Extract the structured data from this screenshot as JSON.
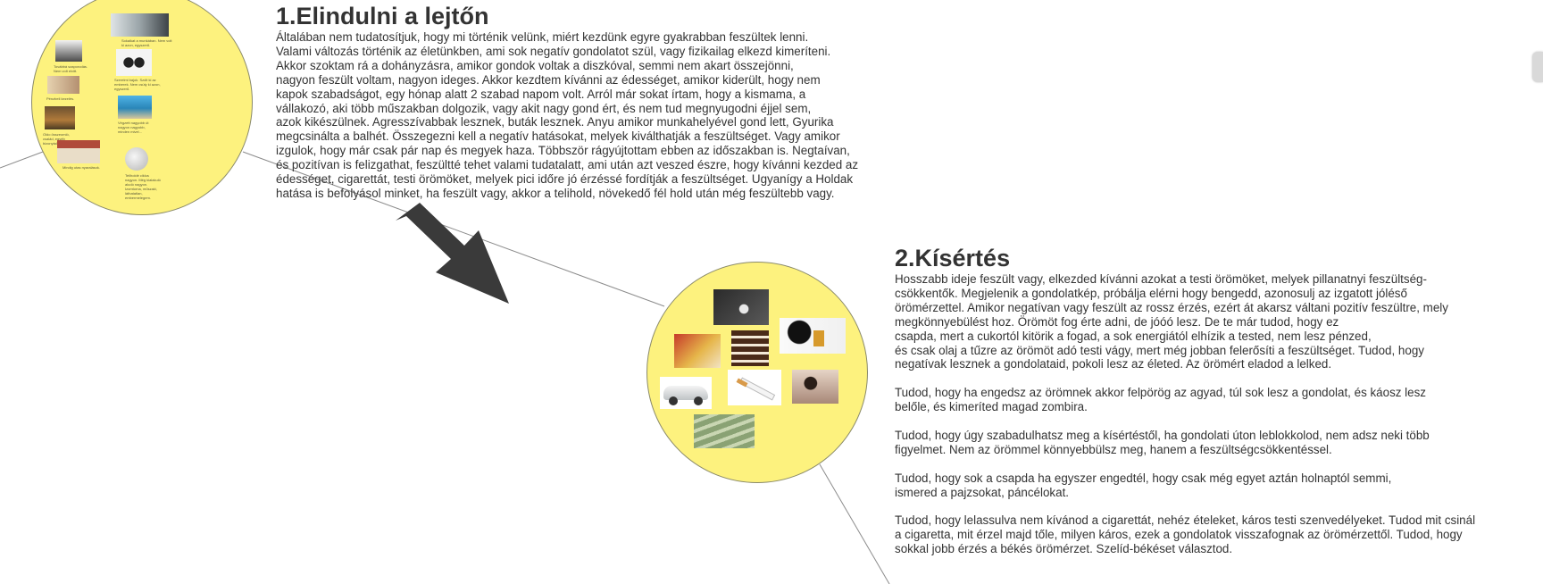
{
  "section1": {
    "title": "1.Elindulni a lejtőn",
    "lines": [
      "Általában nem tudatosítjuk, hogy mi történik velünk, miért kezdünk egyre gyakrabban feszültek lenni.",
      "Valami változás történik az életünkben, ami sok negatív gondolatot szül, vagy fizikailag elkezd kimeríteni.",
      "Akkor szoktam rá a dohányzásra, amikor gondok voltak a diszkóval, semmi nem akart összejönni,",
      "nagyon feszült voltam, nagyon ideges. Akkor kezdtem kívánni az édességet, amikor kiderült, hogy nem",
      "kapok szabadságot, egy hónap alatt 2 szabad napom volt. Arról már sokat írtam, hogy a kismama, a",
      "vállakozó, aki több műszakban dolgozik, vagy akit nagy gond ért, és nem tud megnyugodni éjjel sem,",
      "azok kikészülnek. Agresszívabbak lesznek, buták lesznek. Anyu amikor munkahelyével gond lett, Gyurika",
      "megcsinálta a balhét. Összegezni kell a negatív hatásokat, melyek kiválthatják a feszültséget. Vagy amikor",
      "izgulok, hogy már csak pár nap és megyek haza. Többször rágyújtottam ebben az időszakban is. Negtaívan,",
      "és pozitívan is felizgathat, feszültté tehet valami tudatalatt, ami után azt veszed észre, hogy kívánni kezded az",
      "édességet, cigarettát, testi örömöket, melyek pici időre jó érzéssé fordítják a feszültséget. Ugyanígy a Holdak",
      "hatása is befolyásol minket, ha feszült vagy, akkor a telihold, növekedő fél hold után még feszültebb vagy."
    ],
    "mini_captions": [
      "Sokaikat a munkában. Nem volt ki azon, egyszerű.",
      "Továbbá szaporodás. Nem volt elvitt.",
      "Szerelmi bajok. Szólt ki az emberek. Nem csúty ki azon, egyszerű.",
      "Pénzbeli kezelés.",
      "Végzett nagyobb út nagyon nagyobb, minden mivel...",
      "Oldo összeomló, család, egyéb bizonytalan.",
      "Mindig utas nyaralások.",
      "Teliholdé ciklus nagyon. Még kialakuló aludó nagyon. Izomtorna, műszaki, láthatatlan, embermelegem."
    ]
  },
  "section2": {
    "title": "2.Kísértés",
    "paragraphs": [
      [
        "Hosszabb ideje feszült vagy, elkezded kívánni azokat a testi örömöket, melyek pillanatnyi feszültség-",
        "csökkentők. Megjelenik a gondolatkép, próbálja elérni hogy bengedd, azonosulj az izgatott jóléső",
        "örömérzettel. Amikor negatívan vagy feszült az rossz érzés, ezért át akarsz váltani pozitív feszültre, mely",
        "megkönnyebülést hoz. Örömöt fog érte adni, de jóóó lesz. De te már tudod, hogy ez",
        "csapda, mert a cukortól kitörik a fogad, a sok energiától elhízik a tested, nem lesz pénzed,",
        "és csak olaj a tűzre az örömöt adó testi vágy, mert még jobban felerősíti a feszültséget. Tudod, hogy",
        "negatívak lesznek a gondolataid, pokoli lesz az életed. Az örömért eladod a lelked."
      ],
      [
        "Tudod, hogy ha engedsz az örömnek akkor felpörög az agyad, túl sok lesz a gondolat, és káosz lesz",
        "belőle, és kimeríted magad zombira."
      ],
      [
        "Tudod, hogy úgy szabadulhatsz meg a kísértéstől, ha gondolati úton leblokkolod, nem adsz neki több",
        "figyelmet. Nem az örömmel könnyebbülsz meg, hanem a feszültségcsökkentéssel."
      ],
      [
        "Tudod, hogy sok a csapda ha egyszer engedtél, hogy csak még egyet aztán holnaptól semmi,",
        "ismered a pajzsokat, páncélokat."
      ],
      [
        "Tudod, hogy lelassulva nem kívánod a cigarettát, nehéz ételeket, káros testi szenvedélyeket. Tudod mit csinál",
        "a cigaretta, mit érzel majd tőle, milyen káros, ezek a gondolatok visszafognak az örömérzettől. Tudod, hogy",
        "sokkal jobb érzés a békés örömérzet. Szelíd-békéset választod."
      ]
    ]
  },
  "colors": {
    "circle_fill": "#fdf27e",
    "text": "#333333",
    "arrow": "#3a3a3a",
    "connector": "#8c8c8c"
  }
}
